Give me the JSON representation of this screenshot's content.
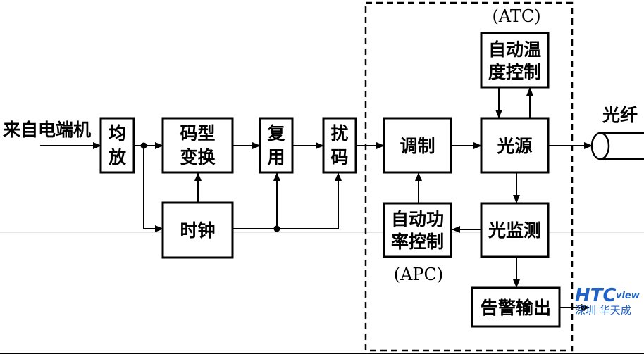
{
  "input_label": "来自电端机",
  "output_label": "光纤",
  "blocks": {
    "equalize": [
      "均",
      "放"
    ],
    "code_convert": [
      "码型",
      "变换"
    ],
    "multiplex": [
      "复",
      "用"
    ],
    "scramble": [
      "扰",
      "码"
    ],
    "clock": "时钟",
    "modulate": "调制",
    "light_source": "光源",
    "atc": [
      "自动温",
      "度控制"
    ],
    "apc": [
      "自动功",
      "率控制"
    ],
    "monitor": "光监测",
    "alarm": "告警输出"
  },
  "annotations": {
    "atc": "(ATC)",
    "apc": "(APC)"
  },
  "watermark": {
    "logo": "HTC",
    "logo_suffix": "view",
    "subtitle": "深圳  华天成",
    "color": "#1f63c9"
  }
}
